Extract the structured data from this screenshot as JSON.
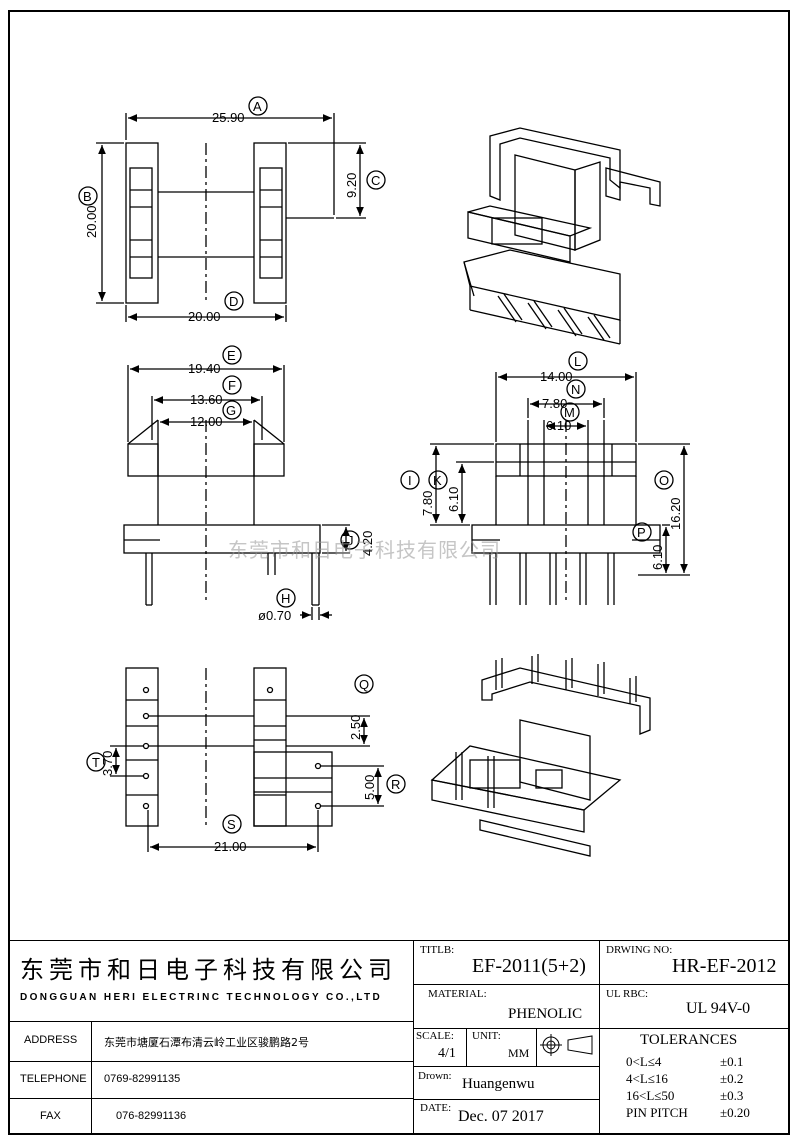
{
  "dimensions": {
    "A": {
      "letter": "A",
      "value": "25.90"
    },
    "B": {
      "letter": "B",
      "value": "20.00"
    },
    "C": {
      "letter": "C",
      "value": "9.20"
    },
    "D": {
      "letter": "D",
      "value": "20.00"
    },
    "E": {
      "letter": "E",
      "value": "19.40"
    },
    "F": {
      "letter": "F",
      "value": "13.60"
    },
    "G": {
      "letter": "G",
      "value": "12.00"
    },
    "H": {
      "letter": "H",
      "value": "ø0.70"
    },
    "I": {
      "letter": "I",
      "value": "7.80"
    },
    "J": {
      "letter": "J",
      "value": "4.20"
    },
    "K": {
      "letter": "K",
      "value": "6.10"
    },
    "L": {
      "letter": "L",
      "value": "14.00"
    },
    "M": {
      "letter": "M",
      "value": "6.10"
    },
    "N": {
      "letter": "N",
      "value": "7.80"
    },
    "O": {
      "letter": "O",
      "value": "16.20"
    },
    "P": {
      "letter": "P",
      "value": "6.10"
    },
    "Q": {
      "letter": "Q",
      "value": "2.50"
    },
    "R": {
      "letter": "R",
      "value": "5.00"
    },
    "S": {
      "letter": "S",
      "value": "21.00"
    },
    "T": {
      "letter": "T",
      "value": "3.70"
    }
  },
  "watermark": "东莞市和日电子科技有限公司",
  "title_block": {
    "company_cn": "东莞市和日电子科技有限公司",
    "company_en": "DONGGUAN HERI ELECTRINC TECHNOLOGY CO.,LTD",
    "address_label": "ADDRESS",
    "address_value": "东莞市塘厦石潭布清云岭工业区骏鹏路2号",
    "telephone_label": "TELEPHONE",
    "telephone_value": "0769-82991135",
    "fax_label": "FAX",
    "fax_value": "076-82991136",
    "title_label": "TITLB:",
    "title_value": "EF-2011(5+2)",
    "material_label": "MATERIAL:",
    "material_value": "PHENOLIC",
    "scale_label": "SCALE:",
    "scale_value": "4/1",
    "unit_label": "UNIT:",
    "unit_value": "MM",
    "drawn_label": "Drown:",
    "drawn_value": "Huangenwu",
    "date_label": "DATE:",
    "date_value": "Dec. 07 2017",
    "drawing_no_label": "DRWING NO:",
    "drawing_no_value": "HR-EF-2012",
    "ul_label": "UL  RBC:",
    "ul_value": "UL 94V-0",
    "tolerances_label": "TOLERANCES",
    "tolerances": [
      {
        "range": "0<L≤4",
        "value": "±0.1"
      },
      {
        "range": "4<L≤16",
        "value": "±0.2"
      },
      {
        "range": "16<L≤50",
        "value": "±0.3"
      },
      {
        "range": "PIN PITCH",
        "value": "±0.20"
      }
    ]
  }
}
